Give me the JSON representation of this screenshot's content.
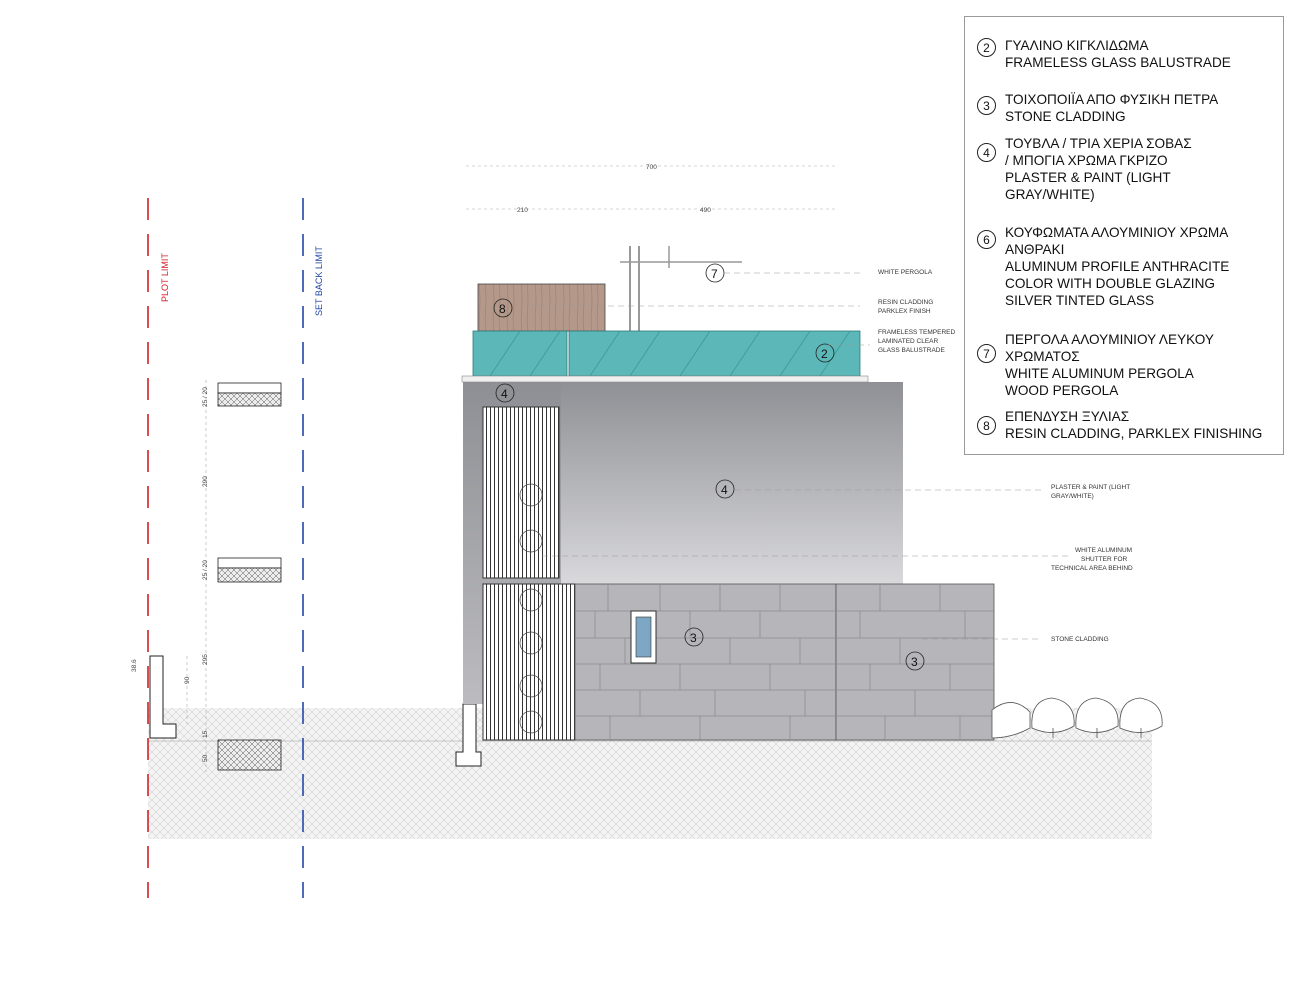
{
  "limits": {
    "plot_limit": "PLOT LIMIT",
    "set_back_limit": "SET BACK LIMIT",
    "colors": {
      "plot": "#d0212a",
      "setback": "#2346a8"
    }
  },
  "dimensions": {
    "overall_width": "700",
    "left_part": "210",
    "right_part": "490",
    "vertical": {
      "slab_top": "25 / 20",
      "floor_height": "290",
      "slab_mid": "25 / 20",
      "ground_height": "295",
      "wall_top": "38.6",
      "wall_height": "90",
      "footing_top": "15",
      "footing_bottom": "50"
    }
  },
  "annotations": {
    "white_pergola": "WHITE PERGOLA",
    "resin_cladding": [
      "RESIN CLADDING",
      "PARKLEX FINISH"
    ],
    "frameless_glass": [
      "FRAMELESS TEMPERED",
      "LAMINATED CLEAR",
      "GLASS BALUSTRADE"
    ],
    "plaster_paint": [
      "PLASTER & PAINT (LIGHT",
      "GRAY/WHITE)"
    ],
    "aluminum_shutter": [
      "WHITE ALUMINUM",
      "SHUTTER FOR",
      "TECHNICAL AREA BEHIND"
    ],
    "stone_cladding": "STONE CLADDING"
  },
  "markers": {
    "pergola": "7",
    "resin_box": "8",
    "glass": "2",
    "plaster_upper_left": "4",
    "plaster_wall": "4",
    "stone_main": "3",
    "stone_right": "3"
  },
  "colors": {
    "glass": "#5cb8b8",
    "resin": "#b4988a",
    "stone": "#b6b6ba",
    "plaster_top": "#8f9095",
    "plaster_bottom": "#d9d9dc",
    "ground_hatch": "#d8d8d8"
  },
  "legend": [
    {
      "num": "2",
      "lines": [
        "ΓΥΑΛΙΝΟ ΚΙΓΚΛΙΔΩΜΑ",
        "FRAMELESS GLASS BALUSTRADE"
      ]
    },
    {
      "num": "3",
      "lines": [
        "ΤΟΙΧΟΠΟΙΪΑ ΑΠΟ ΦΥΣΙΚΗ ΠΕΤΡΑ",
        "STONE CLADDING"
      ]
    },
    {
      "num": "4",
      "lines": [
        "ΤΟΥΒΛΑ / ΤΡΙΑ ΧΕΡΙΑ ΣΟΒΑΣ",
        " / ΜΠΟΓΙΑ ΧΡΩΜΑ ΓΚΡΙΖΟ",
        "PLASTER & PAINT (LIGHT",
        "GRAY/WHITE)"
      ]
    },
    {
      "num": "6",
      "lines": [
        "ΚΟΥΦΩΜΑΤΑ ΑΛΟΥΜΙΝΙΟΥ ΧΡΩΜΑ",
        "ΑΝΘΡΑΚΙ",
        "ALUMINUM PROFILE ANTHRACITE",
        " COLOR WITH DOUBLE GLAZING",
        "SILVER TINTED GLASS"
      ]
    },
    {
      "num": "7",
      "lines": [
        "ΠΕΡΓΟΛΑ ΑΛΟΥΜΙΝΙΟΥ ΛΕΥΚΟΥ",
        "ΧΡΩΜΑΤΟΣ",
        "WHITE ALUMINUM PERGOLA",
        "WOOD  PERGOLA"
      ]
    },
    {
      "num": "8",
      "lines": [
        "ΕΠΕΝΔΥΣΗ ΞΥΛΙΑΣ",
        "RESIN CLADDING, PARKLEX FINISHING"
      ]
    }
  ]
}
